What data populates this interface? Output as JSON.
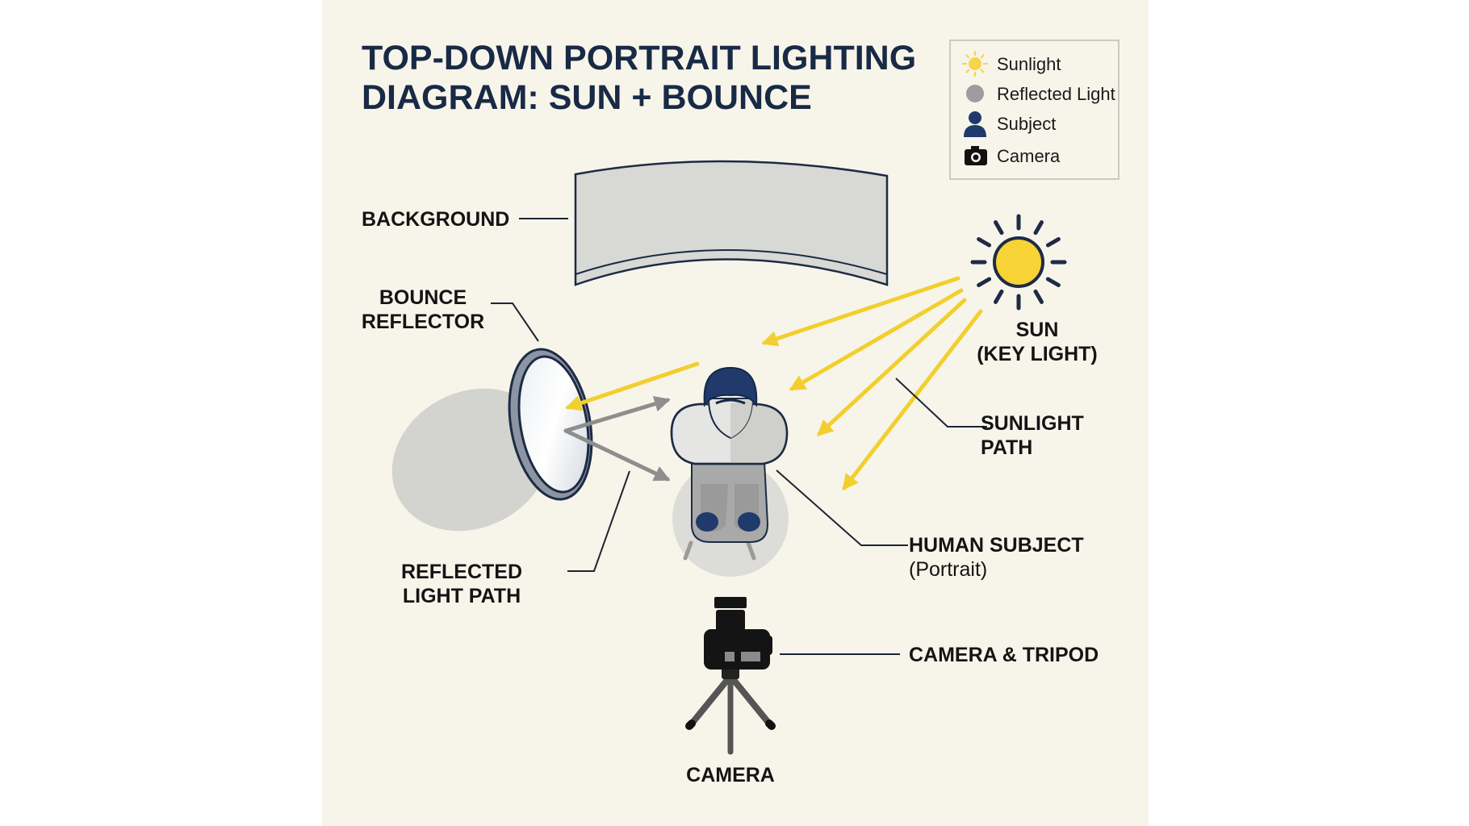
{
  "title": {
    "line1": "TOP-DOWN PORTRAIT LIGHTING",
    "line2": "DIAGRAM: SUN + BOUNCE"
  },
  "legend": {
    "items": [
      {
        "icon": "sun-icon",
        "label": "Sunlight"
      },
      {
        "icon": "gray-dot-icon",
        "label": "Reflected Light"
      },
      {
        "icon": "person-icon",
        "label": "Subject"
      },
      {
        "icon": "camera-icon",
        "label": "Camera"
      }
    ]
  },
  "labels": {
    "background": "BACKGROUND",
    "bounce_reflector": [
      "BOUNCE",
      "REFLECTOR"
    ],
    "sun": [
      "SUN",
      "(KEY LIGHT)"
    ],
    "sunlight_path": [
      "SUNLIGHT",
      "PATH"
    ],
    "human_subject": "HUMAN SUBJECT",
    "human_subject_sub": "(Portrait)",
    "reflected_light_path": [
      "REFLECTED",
      "LIGHT PATH"
    ],
    "camera_tripod": "CAMERA & TRIPOD",
    "camera": "CAMERA"
  },
  "colors": {
    "panel": "#f7f5ea",
    "title": "#182a45",
    "sunlight": "#f2cf2e",
    "reflected": "#8e8e8e",
    "subject": "#1f3a6b",
    "reflector_rim": "#1d2b45"
  }
}
